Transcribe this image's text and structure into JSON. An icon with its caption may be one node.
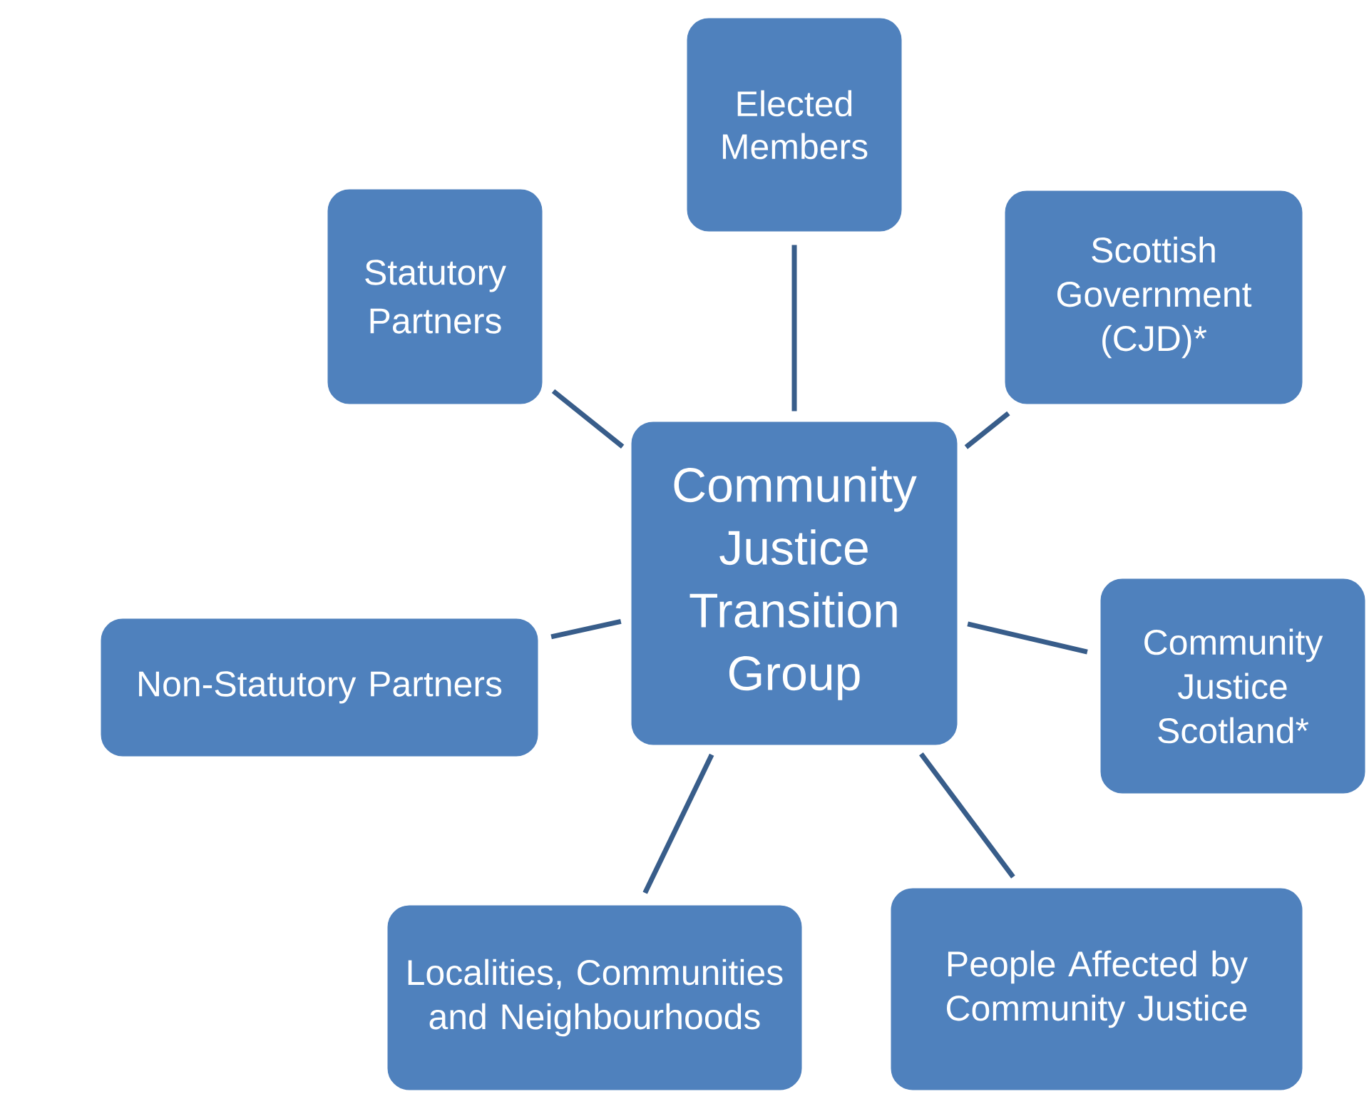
{
  "diagram": {
    "nodes": [
      {
        "text": [
          "Elected Members"
        ]
      },
      {
        "text": [
          "Statutory Partners"
        ]
      },
      {
        "text": [
          "Scottish Government (CJD)*"
        ]
      },
      {
        "text": [
          "Community Justice Transition Group"
        ]
      },
      {
        "text": [
          "Community Justice Scotland*"
        ]
      },
      {
        "text": [
          "Non-Statutory Partners"
        ]
      },
      {
        "text": [
          "Localities, Communities and Neighbourhoods"
        ]
      },
      {
        "text": [
          "People Affected by Community Justice"
        ]
      }
    ],
    "edges": [
      {
        "from": 3,
        "to": 0,
        "arrow": "none"
      },
      {
        "from": 3,
        "to": 1,
        "arrow": "none"
      },
      {
        "from": 3,
        "to": 2,
        "arrow": "none"
      },
      {
        "from": 3,
        "to": 4,
        "arrow": "none"
      },
      {
        "from": 3,
        "to": 5,
        "arrow": "none"
      },
      {
        "from": 3,
        "to": 6,
        "arrow": "none"
      },
      {
        "from": 3,
        "to": 7,
        "arrow": "none"
      }
    ]
  }
}
